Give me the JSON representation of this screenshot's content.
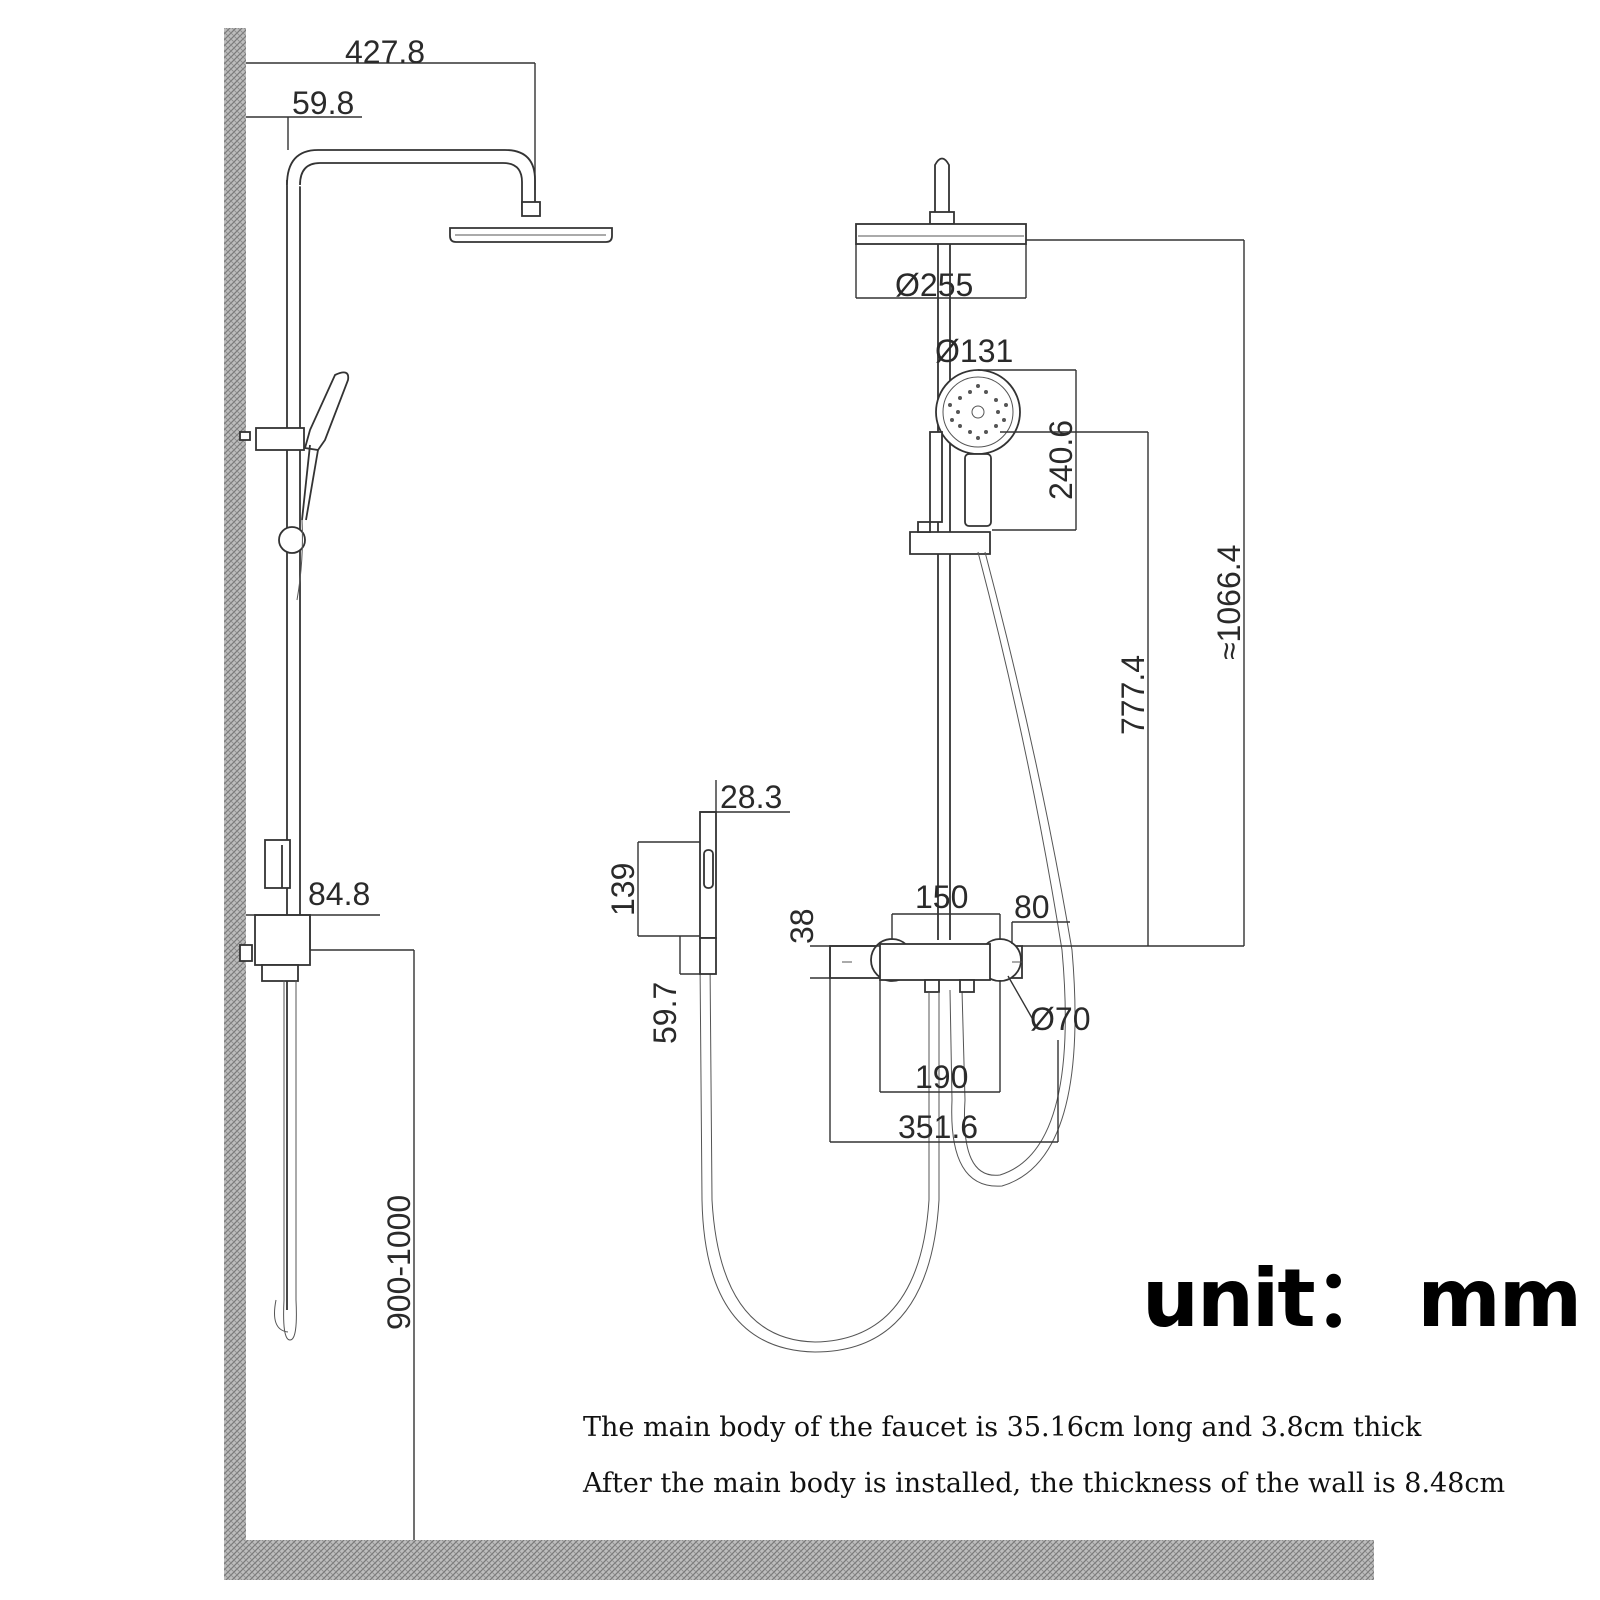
{
  "side_view": {
    "width_total": "427.8",
    "arm_offset": "59.8",
    "wall_distance": "84.8",
    "mount_height": "900-1000"
  },
  "front_view": {
    "overhead_diameter": "Ø255",
    "handheld_diameter": "Ø131",
    "handheld_length": "240.6",
    "bar_height": "777.4",
    "total_height": "≈1066.4",
    "valve_spacing": "150",
    "handle_offset": "80",
    "body_thickness": "38",
    "handle_diameter": "Ø70",
    "outlet_spacing": "190",
    "body_length": "351.6"
  },
  "spray_holder": {
    "width": "28.3",
    "height": "139",
    "bracket": "59.7"
  },
  "unit_label": "unit：  mm",
  "notes": [
    "The main body of the faucet is 35.16cm long and 3.8cm thick",
    "After the main body is installed, the thickness of the wall is 8.48cm"
  ]
}
